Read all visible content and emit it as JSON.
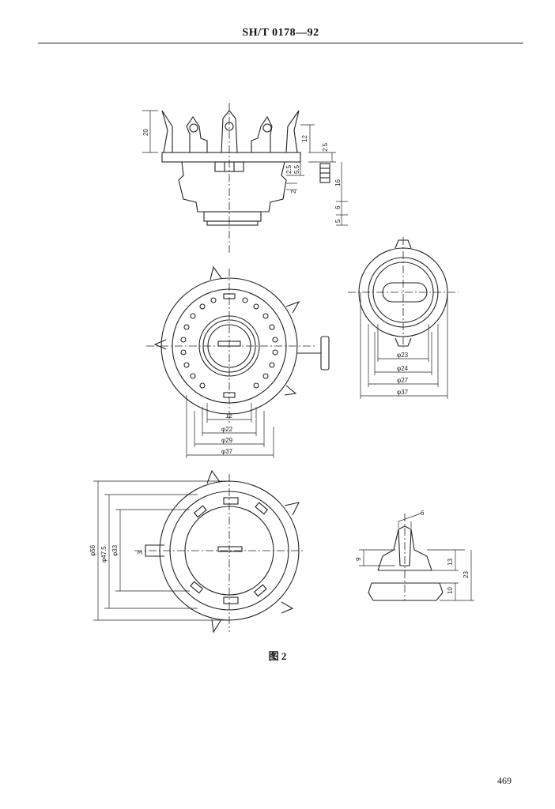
{
  "header": {
    "standard_code": "SH/T 0178—92"
  },
  "figure": {
    "caption": "图 2",
    "side_view_dims": {
      "d20": "20",
      "d12": "12",
      "d2_5a": "2.5",
      "d2_5b": "2.5",
      "d5_5": "5.5",
      "d16": "16",
      "d2": "2",
      "d6": "6",
      "d5": "5"
    },
    "top_view_dims": {
      "d12": "12",
      "d_phi22": "φ22",
      "d_phi29": "φ29",
      "d_phi37": "φ37"
    },
    "small_view_dims": {
      "d_phi23": "φ23",
      "d_phi24": "φ24",
      "d_phi27": "φ27",
      "d_phi37": "φ37"
    },
    "bottom_view_dims": {
      "d_phi56": "φ56",
      "d_phi47_5": "φ47.5",
      "d_phi33": "φ33",
      "d3": "3"
    },
    "detail_view_dims": {
      "d6": "6",
      "d9": "9",
      "d13": "13",
      "d23": "23",
      "d10": "10"
    }
  },
  "footer": {
    "page_number": "469"
  }
}
